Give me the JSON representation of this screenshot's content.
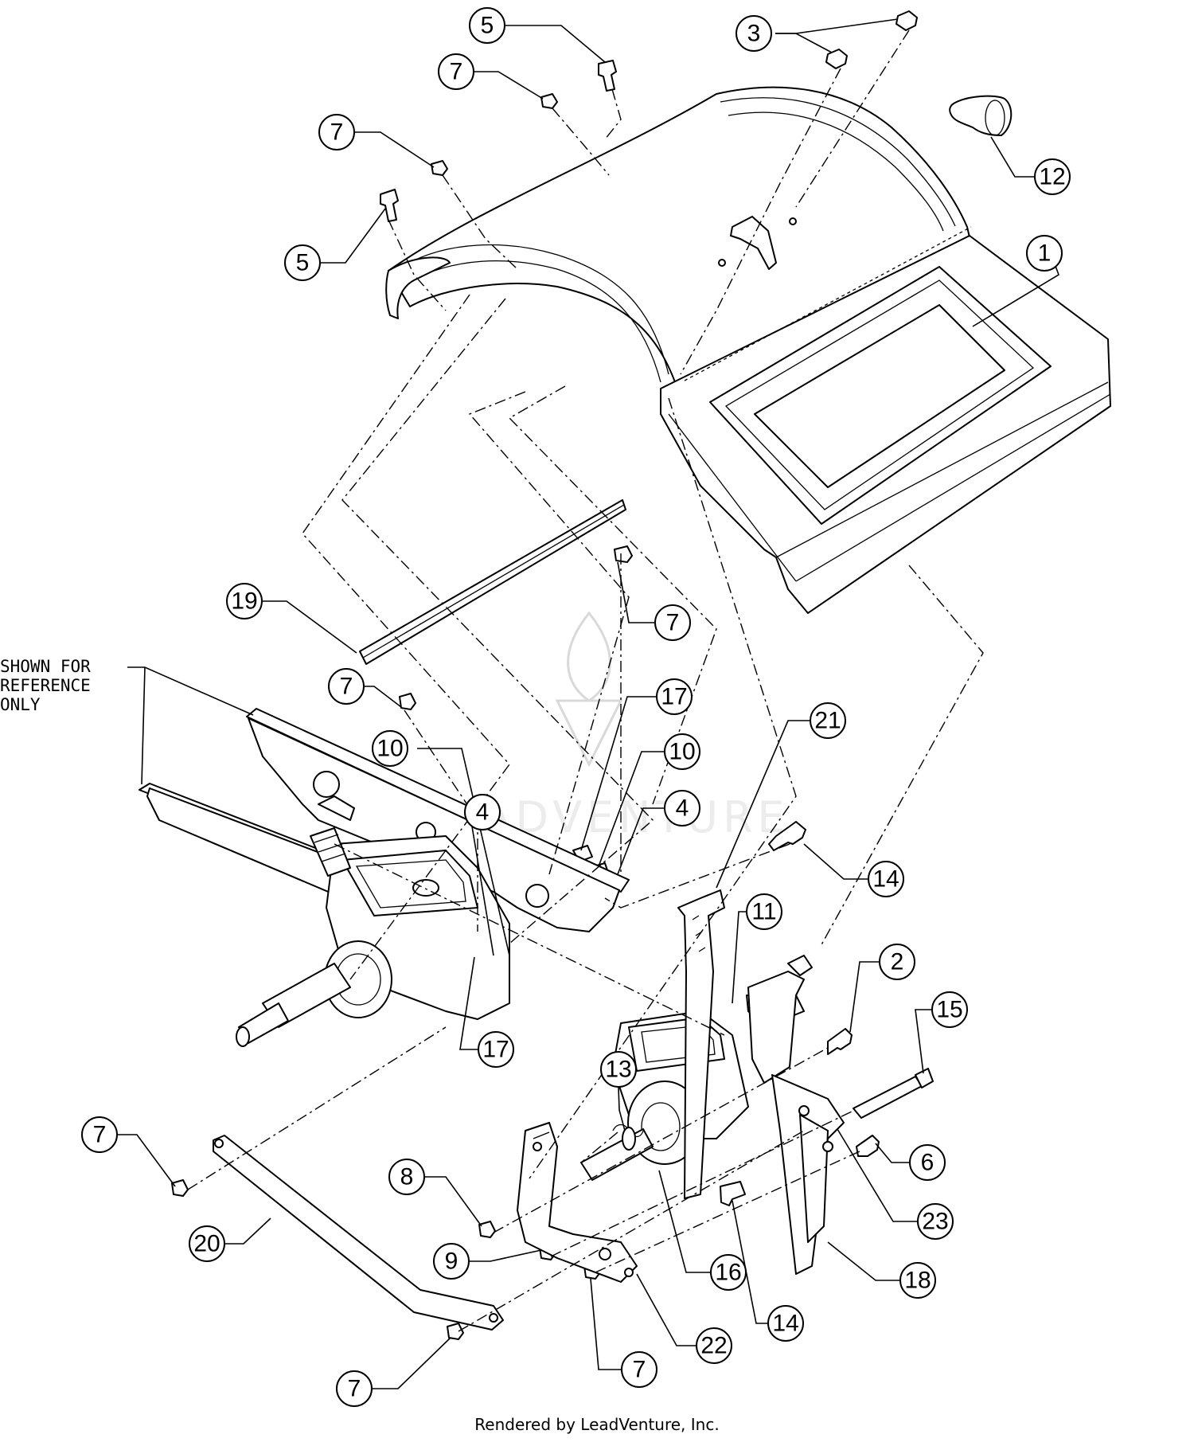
{
  "reference_note": [
    "SHOWN FOR",
    "REFERENCE",
    "ONLY"
  ],
  "footer": "Rendered by LeadVenture, Inc.",
  "watermark": "LEADVENTURE",
  "callouts": {
    "c1": "1",
    "c2": "2",
    "c3": "3",
    "c4a": "4",
    "c4b": "4",
    "c5a": "5",
    "c5b": "5",
    "c6": "6",
    "c7a": "7",
    "c7b": "7",
    "c7c": "7",
    "c7d": "7",
    "c7e": "7",
    "c7f": "7",
    "c7g": "7",
    "c8": "8",
    "c9": "9",
    "c10a": "10",
    "c10b": "10",
    "c11": "11",
    "c12": "12",
    "c13": "13",
    "c14a": "14",
    "c14b": "14",
    "c15": "15",
    "c16": "16",
    "c17a": "17",
    "c17b": "17",
    "c18": "18",
    "c19": "19",
    "c20": "20",
    "c21": "21",
    "c22": "22",
    "c23": "23"
  }
}
